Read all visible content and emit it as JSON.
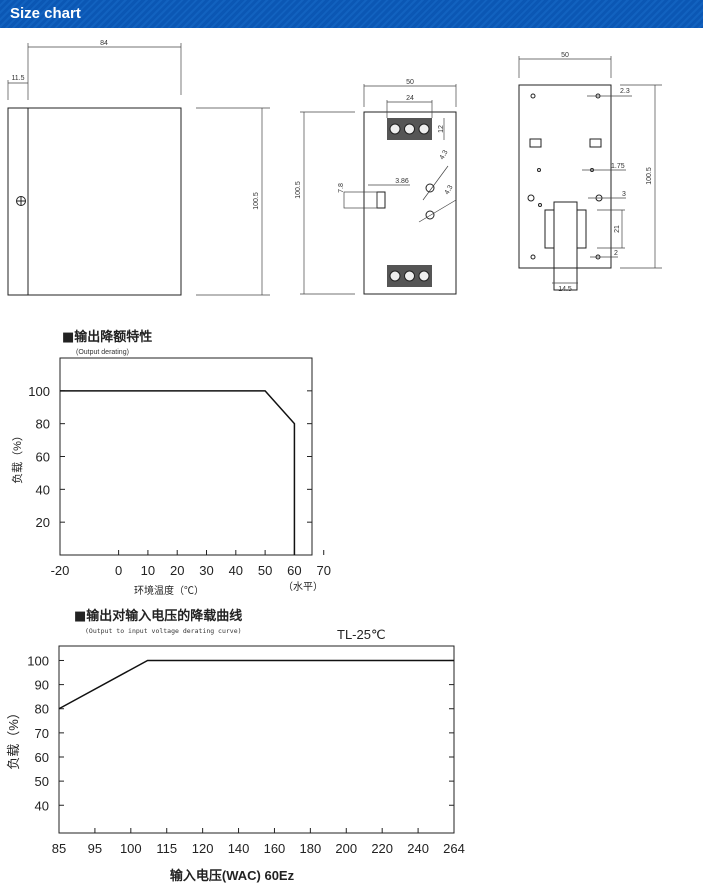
{
  "header": {
    "title": "Size chart",
    "color": "#0b57b4"
  },
  "drawings": {
    "front": {
      "width": "84",
      "offset": "11.5",
      "height": "100.5"
    },
    "side": {
      "width": "50",
      "terminal_width": "24",
      "terminal_height": "12",
      "height": "100.5",
      "slot_height": "7.8",
      "slot_width": "3.86",
      "hole1": "4.3",
      "hole2": "4.3"
    },
    "back": {
      "width": "50",
      "height": "100.5",
      "hole_top": "2.3",
      "hole_mid": "1.75",
      "hole_large": "3",
      "clip_height": "21",
      "hole_bottom": "2",
      "clip_width": "14.5"
    }
  },
  "chart_data": [
    {
      "type": "line",
      "title": "■输出降额特性",
      "subtitle": "(Output derating)",
      "xlabel": "环境温度（℃）",
      "xlabel_note": "（水平）",
      "ylabel": "负载（%）",
      "xlim": [
        -20,
        66
      ],
      "ylim": [
        0,
        120
      ],
      "xticks": [
        "-20",
        "0",
        "10",
        "20",
        "30",
        "40",
        "50",
        "60",
        "70"
      ],
      "xtick_values": [
        -20,
        0,
        10,
        20,
        30,
        40,
        50,
        60,
        70
      ],
      "yticks": [
        "100",
        "80",
        "60",
        "40",
        "20"
      ],
      "ytick_values": [
        100,
        80,
        60,
        40,
        20
      ],
      "series": [
        {
          "name": "derating",
          "x": [
            -20,
            50,
            60,
            60
          ],
          "y": [
            100,
            100,
            80,
            0
          ]
        }
      ]
    },
    {
      "type": "line",
      "title": "■输出对输入电压的降载曲线",
      "subtitle": "(Output to input voltage derating curve)",
      "annotation": "TL-25℃",
      "xlabel": "输入电压(WAC) 60Ez",
      "ylabel": "负载（%）",
      "ylim": [
        28.5,
        106
      ],
      "xticks": [
        "85",
        "95",
        "100",
        "115",
        "120",
        "140",
        "160",
        "180",
        "200",
        "220",
        "240",
        "264"
      ],
      "xtick_values": [
        85,
        95,
        100,
        115,
        120,
        140,
        160,
        180,
        200,
        220,
        240,
        264
      ],
      "yticks": [
        "100",
        "90",
        "80",
        "70",
        "60",
        "50",
        "40"
      ],
      "ytick_values": [
        100,
        90,
        80,
        70,
        60,
        50,
        40
      ],
      "series": [
        {
          "name": "derating",
          "x": [
            85,
            107,
            264
          ],
          "y": [
            80,
            100,
            100
          ]
        }
      ]
    }
  ]
}
